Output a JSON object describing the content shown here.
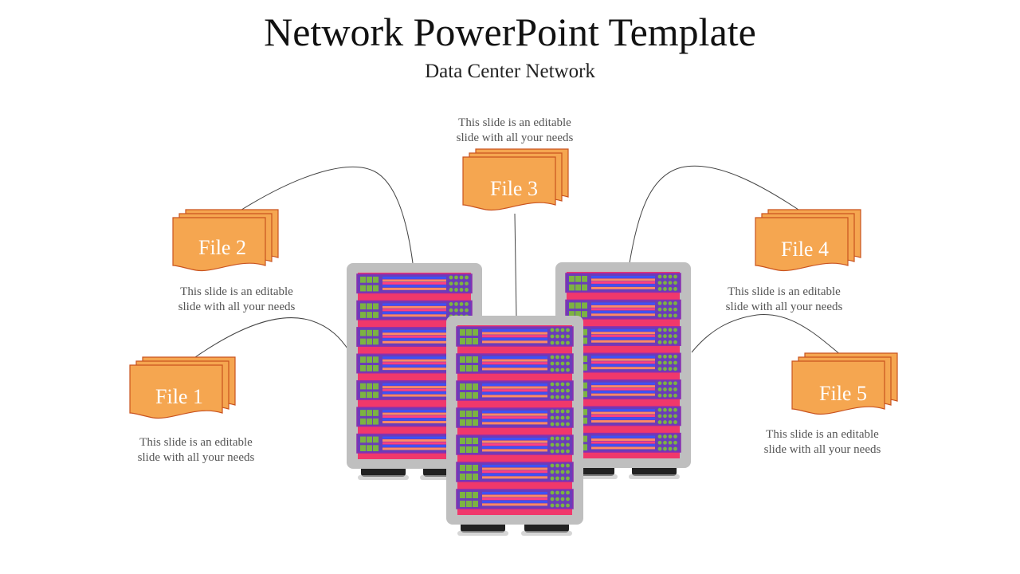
{
  "slide": {
    "title": "Network PowerPoint Template",
    "subtitle": "Data Center Network"
  },
  "files": [
    {
      "label": "File 1",
      "caption_line1": "This slide is an editable",
      "caption_line2": "slide with all your needs"
    },
    {
      "label": "File 2",
      "caption_line1": "This slide is an editable",
      "caption_line2": "slide with all your needs"
    },
    {
      "label": "File 3",
      "caption_line1": "This slide is an editable",
      "caption_line2": "slide with all your needs"
    },
    {
      "label": "File 4",
      "caption_line1": "This slide is an editable",
      "caption_line2": "slide with all your needs"
    },
    {
      "label": "File 5",
      "caption_line1": "This slide is an editable",
      "caption_line2": "slide with all your needs"
    }
  ],
  "colors": {
    "file_fill": "#F5A650",
    "file_stroke": "#C9531F",
    "rack_frame": "#BFBFBF",
    "rack_band": "#F0386B",
    "unit_body": "#6A3DB8",
    "unit_border": "#8B2FB0",
    "port_green": "#7CB342",
    "stripe_blue": "#3F51F5",
    "stripe_orange": "#FF8A65",
    "stripe_pink": "#FF4081",
    "foot": "#222222",
    "connector": "#444444"
  }
}
